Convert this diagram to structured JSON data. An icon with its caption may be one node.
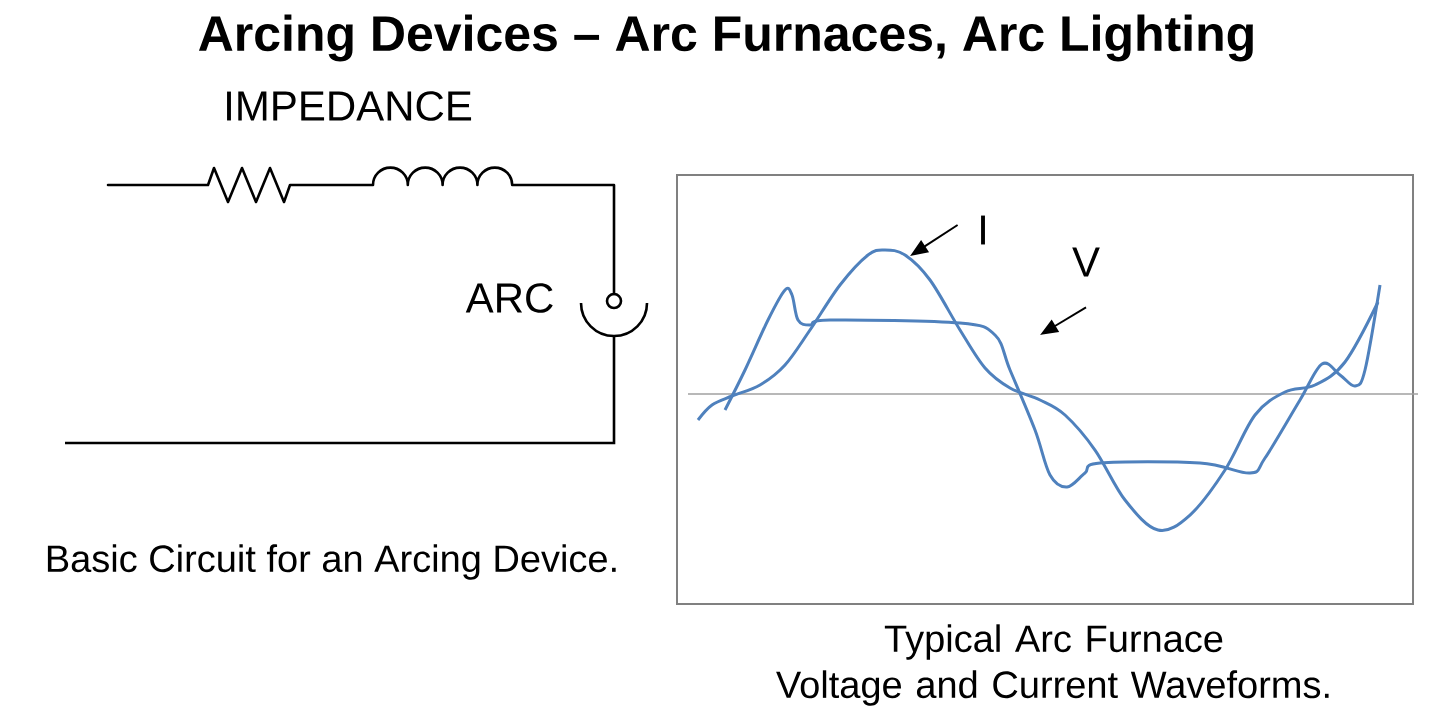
{
  "diagram": {
    "title": "Arcing Devices – Arc Furnaces, Arc Lighting",
    "nodes": [
      {
        "text": [
          "I"
        ]
      },
      {
        "text": [
          "V"
        ]
      }
    ],
    "edges": [
      {
        "from": 0,
        "to": null,
        "arrow": "to"
      },
      {
        "from": 1,
        "to": null,
        "arrow": "to"
      }
    ],
    "labels": [
      "IMPEDANCE",
      "ARC",
      "Basic Circuit for an Arcing Device.",
      "Typical Arc Furnace Voltage and Current Waveforms."
    ]
  }
}
